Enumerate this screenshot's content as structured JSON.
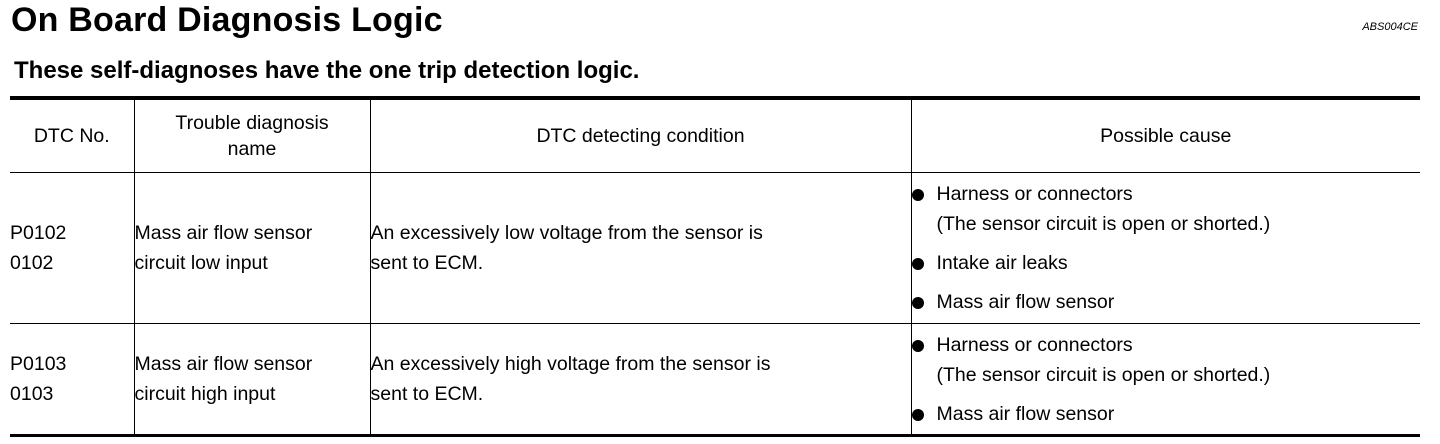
{
  "header": {
    "title": "On Board Diagnosis Logic",
    "doc_code": "ABS004CE",
    "subtitle": "These self-diagnoses have the one trip detection logic."
  },
  "table": {
    "columns": [
      "DTC No.",
      "Trouble diagnosis name",
      "DTC detecting condition",
      "Possible cause"
    ],
    "rows": [
      {
        "code_primary": "P0102",
        "code_secondary": "0102",
        "name_line1": "Mass air flow sensor",
        "name_line2": "circuit low input",
        "condition_line1": "An excessively low voltage from the sensor is",
        "condition_line2": "sent to ECM.",
        "causes": [
          {
            "text": "Harness or connectors",
            "note": "(The sensor circuit is open or shorted.)"
          },
          {
            "text": "Intake air leaks",
            "note": ""
          },
          {
            "text": "Mass air flow sensor",
            "note": ""
          }
        ]
      },
      {
        "code_primary": "P0103",
        "code_secondary": "0103",
        "name_line1": "Mass air flow sensor",
        "name_line2": "circuit high input",
        "condition_line1": "An excessively high voltage from the sensor is",
        "condition_line2": "sent to ECM.",
        "causes": [
          {
            "text": "Harness or connectors",
            "note": "(The sensor circuit is open or shorted.)"
          },
          {
            "text": "Mass air flow sensor",
            "note": ""
          }
        ]
      }
    ]
  }
}
